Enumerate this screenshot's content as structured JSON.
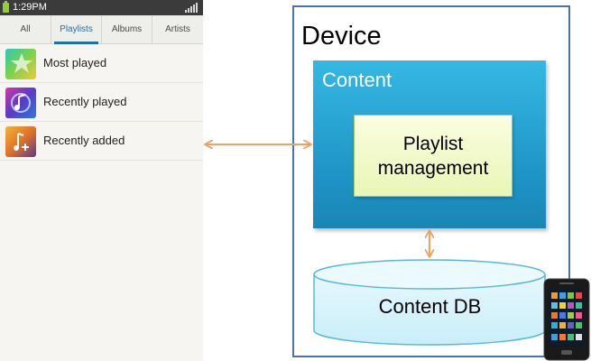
{
  "phone": {
    "status_time": "1:29PM",
    "tabs": [
      {
        "label": "All",
        "active": false
      },
      {
        "label": "Playlists",
        "active": true
      },
      {
        "label": "Albums",
        "active": false
      },
      {
        "label": "Artists",
        "active": false
      }
    ],
    "items": [
      {
        "label": "Most played",
        "icon": "star-icon"
      },
      {
        "label": "Recently played",
        "icon": "music-note-icon"
      },
      {
        "label": "Recently added",
        "icon": "music-add-icon"
      }
    ]
  },
  "diagram": {
    "device_label": "Device",
    "content_label": "Content",
    "playlist_label": "Playlist management",
    "db_label": "Content DB",
    "arrow_color": "#f0a060",
    "content_color": "#2aa7d6",
    "device_border_color": "#4a73a8"
  }
}
